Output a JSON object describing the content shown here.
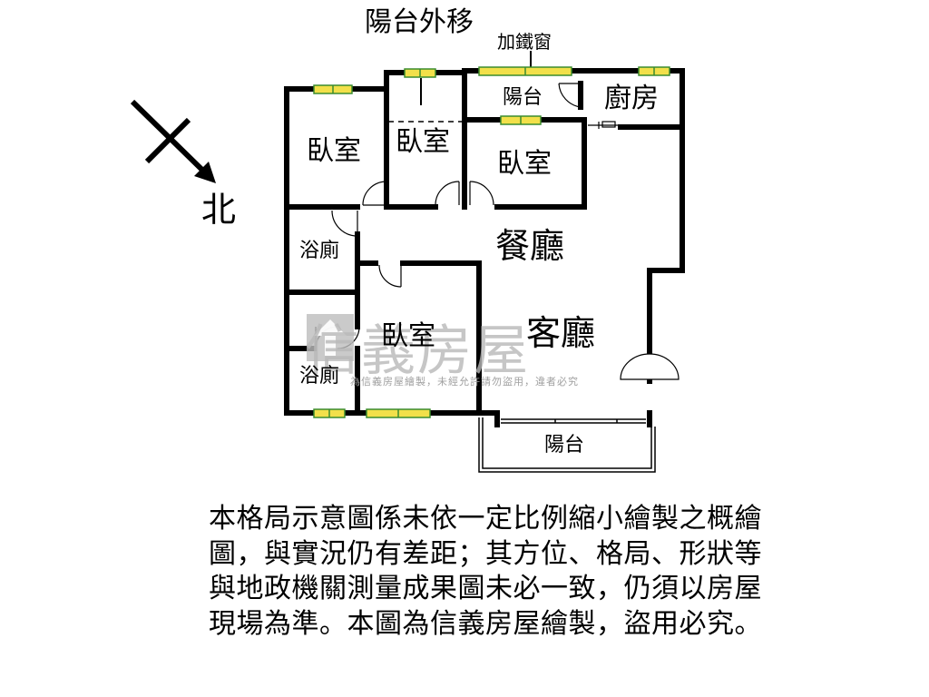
{
  "compass": {
    "north_label": "北"
  },
  "annotations": {
    "balcony_moved_out": "陽台外移",
    "iron_window_added": "加鐵窗"
  },
  "rooms": {
    "bedroom_nw": "臥室",
    "bedroom_mid": "臥室",
    "bedroom_ne": "臥室",
    "bedroom_sw": "臥室",
    "balcony_top": "陽台",
    "kitchen": "廚房",
    "dining": "餐廳",
    "living": "客廳",
    "bath_1": "浴廁",
    "bath_2": "浴廁",
    "balcony_bottom": "陽台"
  },
  "watermark": {
    "brand": "信義房屋",
    "notice": "為信義房屋繪製，未經允許請勿盜用，違者必究"
  },
  "disclaimer": "本格局示意圖係未依一定比例縮小繪製之概繪圖，與實況仍有差距；其方位、格局、形狀等與地政機關測量成果圖未必一致，仍須以房屋現場為準。本圖為信義房屋繪製，盜用必究。",
  "colors": {
    "wall": "#000000",
    "window_fill": "#f2e04a",
    "window_line": "#3a8c2e",
    "watermark": "#b9b9b9"
  }
}
